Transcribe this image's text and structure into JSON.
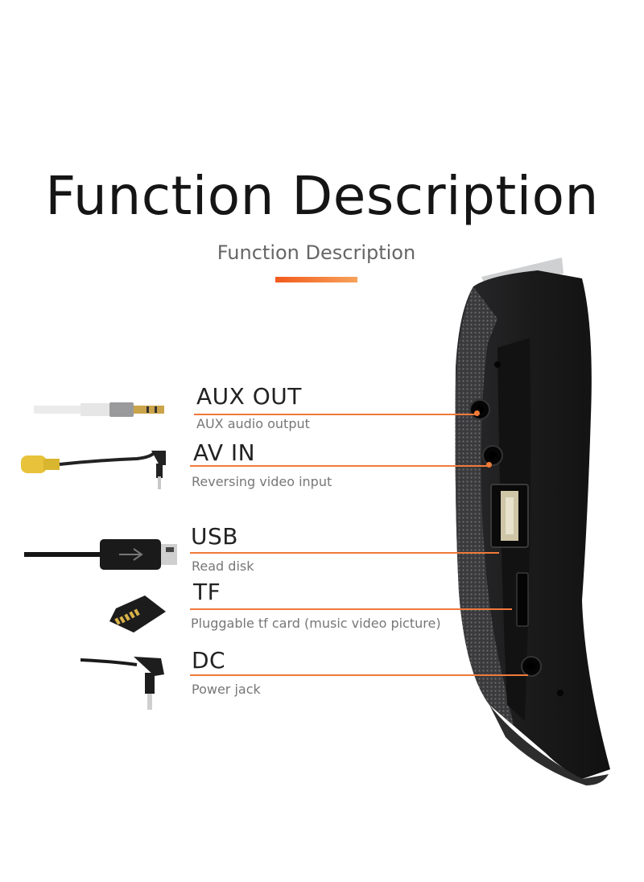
{
  "header": {
    "title": "Function Description",
    "subtitle": "Function Description"
  },
  "colors": {
    "accent_start": "#f25a1c",
    "accent_end": "#f7a25a",
    "callout_line": "#ef7a3a",
    "device_body": "#1d1d1f"
  },
  "features": [
    {
      "title": "AUX OUT",
      "description": "AUX audio output",
      "icon": "aux-cable-icon"
    },
    {
      "title": "AV IN",
      "description": "Reversing video input",
      "icon": "rca-av-cable-icon"
    },
    {
      "title": "USB",
      "description": "Read disk",
      "icon": "usb-cable-icon"
    },
    {
      "title": "TF",
      "description": "Pluggable tf card (music video picture)",
      "icon": "tf-card-icon"
    },
    {
      "title": "DC",
      "description": "Power jack",
      "icon": "dc-power-cable-icon"
    }
  ]
}
